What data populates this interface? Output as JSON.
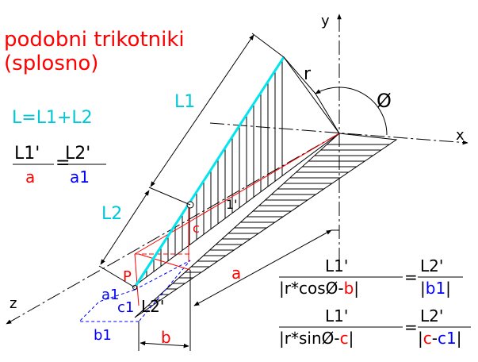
{
  "title": {
    "line1": "podobni trikotniki",
    "line2": "(splosno)"
  },
  "labels": {
    "L": "L=L1+L2",
    "L1": "L1",
    "L2": "L2",
    "r": "r",
    "phi": "Ø",
    "axis_x": "x",
    "axis_y": "y",
    "axis_z": "z",
    "a": "a",
    "b": "b",
    "c": "c",
    "P": "P",
    "a1": "a1",
    "b1": "b1",
    "c1": "c1",
    "L1prime": "1'",
    "L2prime": "L2'"
  },
  "formula1": {
    "num_left": "L1'",
    "den_left": "a",
    "equals": "=",
    "num_right": "L2'",
    "den_right": "a1"
  },
  "formula2": {
    "num_left": "L1'",
    "den_left_black": "|r*cosØ-",
    "den_left_red": "b",
    "den_left_end": "|",
    "equals": "=",
    "num_right": "L2'",
    "den_right_a": "|",
    "den_right_blue": "b1",
    "den_right_b": "|"
  },
  "formula3": {
    "num_left": "L1'",
    "den_left_black": "|r*sinØ-",
    "den_left_red": "c",
    "den_left_end": "|",
    "equals": "=",
    "num_right": "L2'",
    "den_right_a": "|",
    "den_right_red": "c",
    "den_right_mid": "-",
    "den_right_blue": "c1",
    "den_right_b": "|"
  },
  "colors": {
    "red": "#ff0000",
    "blue": "#0000ff",
    "cyan": "#00e5ee",
    "black": "#000000"
  }
}
